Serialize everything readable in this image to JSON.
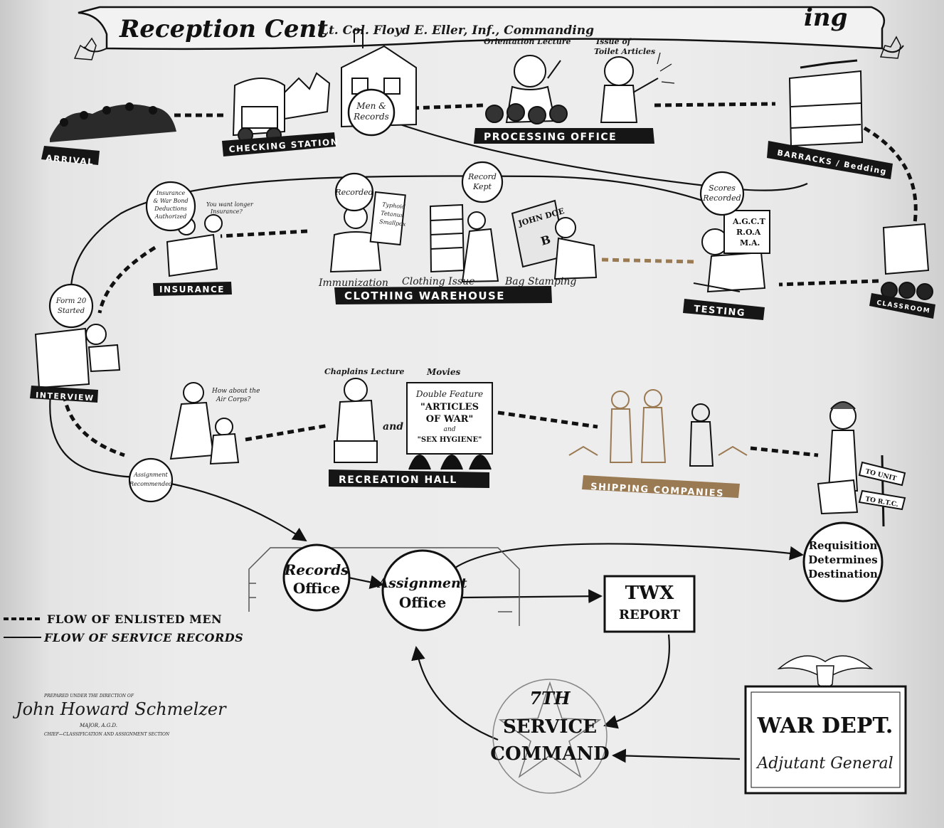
{
  "header": {
    "title": "Reception Cent",
    "title_right": "ing",
    "subtitle": "Lt. Col. Floyd E. Eller, Inf., Commanding"
  },
  "stations": {
    "arrival": "ARRIVAL",
    "checking_station": "CHECKING STATION",
    "men_records": [
      "Men &",
      "Records"
    ],
    "processing_office": "PROCESSING OFFICE",
    "orientation_lecture": "Orientation Lecture",
    "issue_toilet": [
      "Issue of",
      "Toilet Articles"
    ],
    "barracks": "BARRACKS / Bedding",
    "insurance": "INSURANCE",
    "insurance_bubble": [
      "Insurance",
      "& War Bond",
      "Deductions",
      "Authorized"
    ],
    "insurance_speech": [
      "You want longer",
      "Insurance?"
    ],
    "recorded": "Recorded",
    "immunization_sign": [
      "Typhoid",
      "Tetanus",
      "Smallpox"
    ],
    "record_kept": [
      "Record",
      "Kept"
    ],
    "tag_text": [
      "JOHN DOE",
      "B"
    ],
    "immunization": "Immunization",
    "clothing_issue": "Clothing Issue",
    "bag_stamping": "Bag Stamping",
    "clothing_warehouse": "CLOTHING WAREHOUSE",
    "scores_recorded": [
      "Scores",
      "Recorded"
    ],
    "test_sign": [
      "A.G.C.T",
      "R.O.A",
      "M.A."
    ],
    "testing": "TESTING",
    "classroom": "CLASSROOM",
    "interview_bubble": [
      "Form 20",
      "Started"
    ],
    "interview": "INTERVIEW",
    "air_corps": [
      "How about the",
      "Air Corps?"
    ],
    "assignment_recommended": [
      "Assignment",
      "Recommended"
    ],
    "chaplain_lecture": "Chaplains Lecture",
    "movies": "Movies",
    "double_feature": [
      "Double Feature",
      "\"ARTICLES",
      "OF WAR\"",
      "and",
      "\"SEX HYGIENE\""
    ],
    "and_word": "and",
    "recreation_hall": "RECREATION HALL",
    "shipping_companies": "SHIPPING COMPANIES",
    "to_unit": "TO UNIT",
    "to_rtc": "TO R.T.C.",
    "requisition": [
      "Requisition",
      "Determines",
      "Destination"
    ],
    "records_office": [
      "Records",
      "Office"
    ],
    "assignment_office": [
      "Assignment",
      "Office"
    ],
    "twx_report": [
      "TWX",
      "REPORT"
    ],
    "service_command": [
      "7TH",
      "SERVICE",
      "COMMAND"
    ],
    "war_dept": [
      "WAR DEPT.",
      "Adjutant General"
    ]
  },
  "legend": {
    "men": "FLOW OF ENLISTED MEN",
    "records": "FLOW OF SERVICE RECORDS"
  },
  "credit": {
    "line1": "PREPARED UNDER THE DIRECTION OF",
    "signature": "John Howard Schmelzer",
    "rank": "MAJOR, A.G.D.",
    "section": "CHIEF—CLASSIFICATION AND ASSIGNMENT SECTION"
  },
  "colors": {
    "ink": "#111111",
    "paper": "#ececec",
    "banner": "#1c1c1c",
    "sepia": "#9a7a52",
    "label_bg": "#161616"
  }
}
